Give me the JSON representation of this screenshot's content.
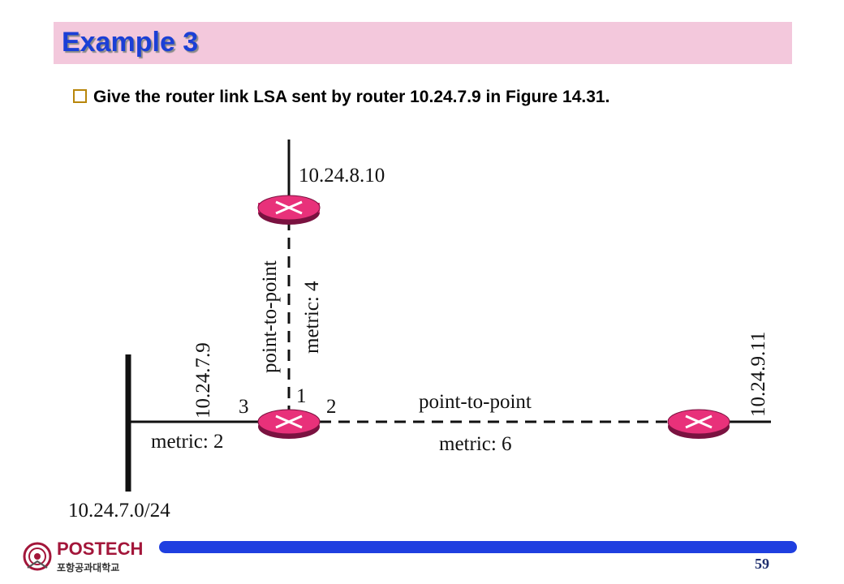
{
  "slide": {
    "title": "Example 3",
    "bullet": "Give the router link LSA sent by router 10.24.7.9 in Figure 14.31.",
    "page_number": "59"
  },
  "logo": {
    "name": "POSTECH",
    "subtitle": "포항공과대학교"
  },
  "diagram": {
    "labels": {
      "router_top": "10.24.8.10",
      "link_vertical_type": "point-to-point",
      "link_vertical_metric": "metric: 4",
      "router_center": "10.24.7.9",
      "router_right": "10.24.9.11",
      "iface_1": "1",
      "iface_2": "2",
      "iface_3": "3",
      "link_horizontal_type": "point-to-point",
      "link_horizontal_metric": "metric: 6",
      "network_metric": "metric: 2",
      "network": "10.24.7.0/24"
    },
    "colors": {
      "router_fill": "#e8317a",
      "router_shadow": "#7a1240",
      "line": "#111111"
    }
  }
}
